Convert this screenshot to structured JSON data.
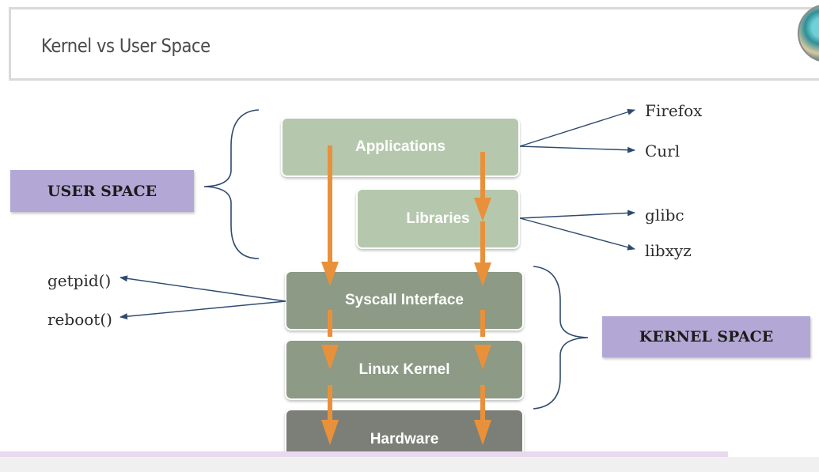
{
  "title": "Kernel vs User Space",
  "layers": {
    "applications": "Applications",
    "libraries": "Libraries",
    "syscall": "Syscall Interface",
    "kernel": "Linux Kernel",
    "hardware": "Hardware"
  },
  "user_space_label": "USER SPACE",
  "kernel_space_label": "KERNEL SPACE",
  "app_examples": [
    "Firefox",
    "Curl"
  ],
  "lib_examples": [
    "glibc",
    "libxyz"
  ],
  "syscall_examples": [
    "getpid()",
    "reboot()"
  ],
  "colors": {
    "accent_arrow": "#e8913a",
    "pointer_arrow": "#2f4a6e",
    "user_box": "#b5c8ae",
    "kernel_box": "#8c9a86",
    "hardware_box": "#7c7f77",
    "space_label": "#b3a8d5"
  }
}
